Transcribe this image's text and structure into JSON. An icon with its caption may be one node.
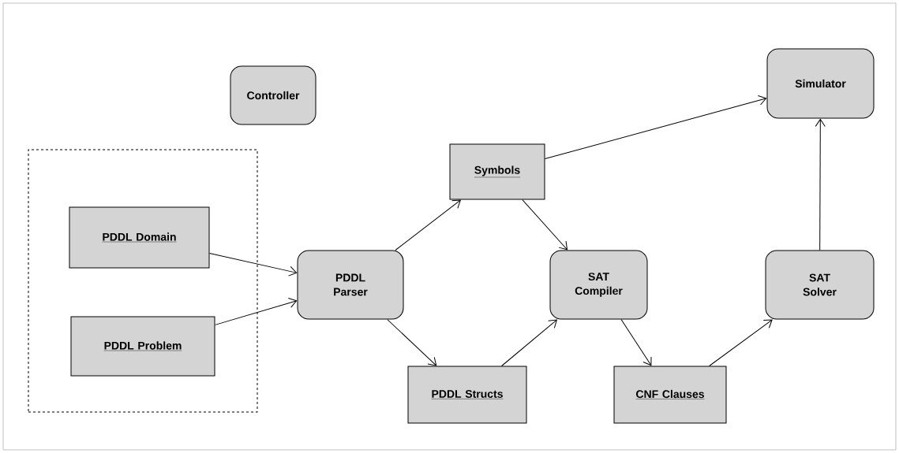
{
  "diagram": {
    "nodes": [
      {
        "text": [
          "Controller"
        ]
      },
      {
        "text": [
          "Simulator"
        ]
      },
      {
        "text": [
          "Symbols"
        ]
      },
      {
        "text": [],
        "shape": "box"
      },
      {
        "text": [
          "PDDL Domain"
        ],
        "in": 3
      },
      {
        "text": [
          "PDDL Parser"
        ]
      },
      {
        "text": [
          "SAT Compiler"
        ]
      },
      {
        "text": [
          "SAT Solver"
        ]
      },
      {
        "text": [
          "PDDL Problem"
        ],
        "in": 3
      },
      {
        "text": [
          "PDDL Structs"
        ]
      },
      {
        "text": [
          "CNF Clauses"
        ]
      }
    ],
    "edges": [
      {
        "from": 4,
        "to": 5,
        "arrow": "to"
      },
      {
        "from": 8,
        "to": 5,
        "arrow": "to"
      },
      {
        "from": 5,
        "to": 2,
        "arrow": "to"
      },
      {
        "from": 5,
        "to": 9,
        "arrow": "to"
      },
      {
        "from": 2,
        "to": 6,
        "arrow": "to"
      },
      {
        "from": 9,
        "to": 6,
        "arrow": "to"
      },
      {
        "from": 2,
        "to": 1,
        "arrow": "to"
      },
      {
        "from": 6,
        "to": 10,
        "arrow": "to"
      },
      {
        "from": 10,
        "to": 7,
        "arrow": "to"
      },
      {
        "from": 7,
        "to": 1,
        "arrow": "to"
      }
    ]
  }
}
